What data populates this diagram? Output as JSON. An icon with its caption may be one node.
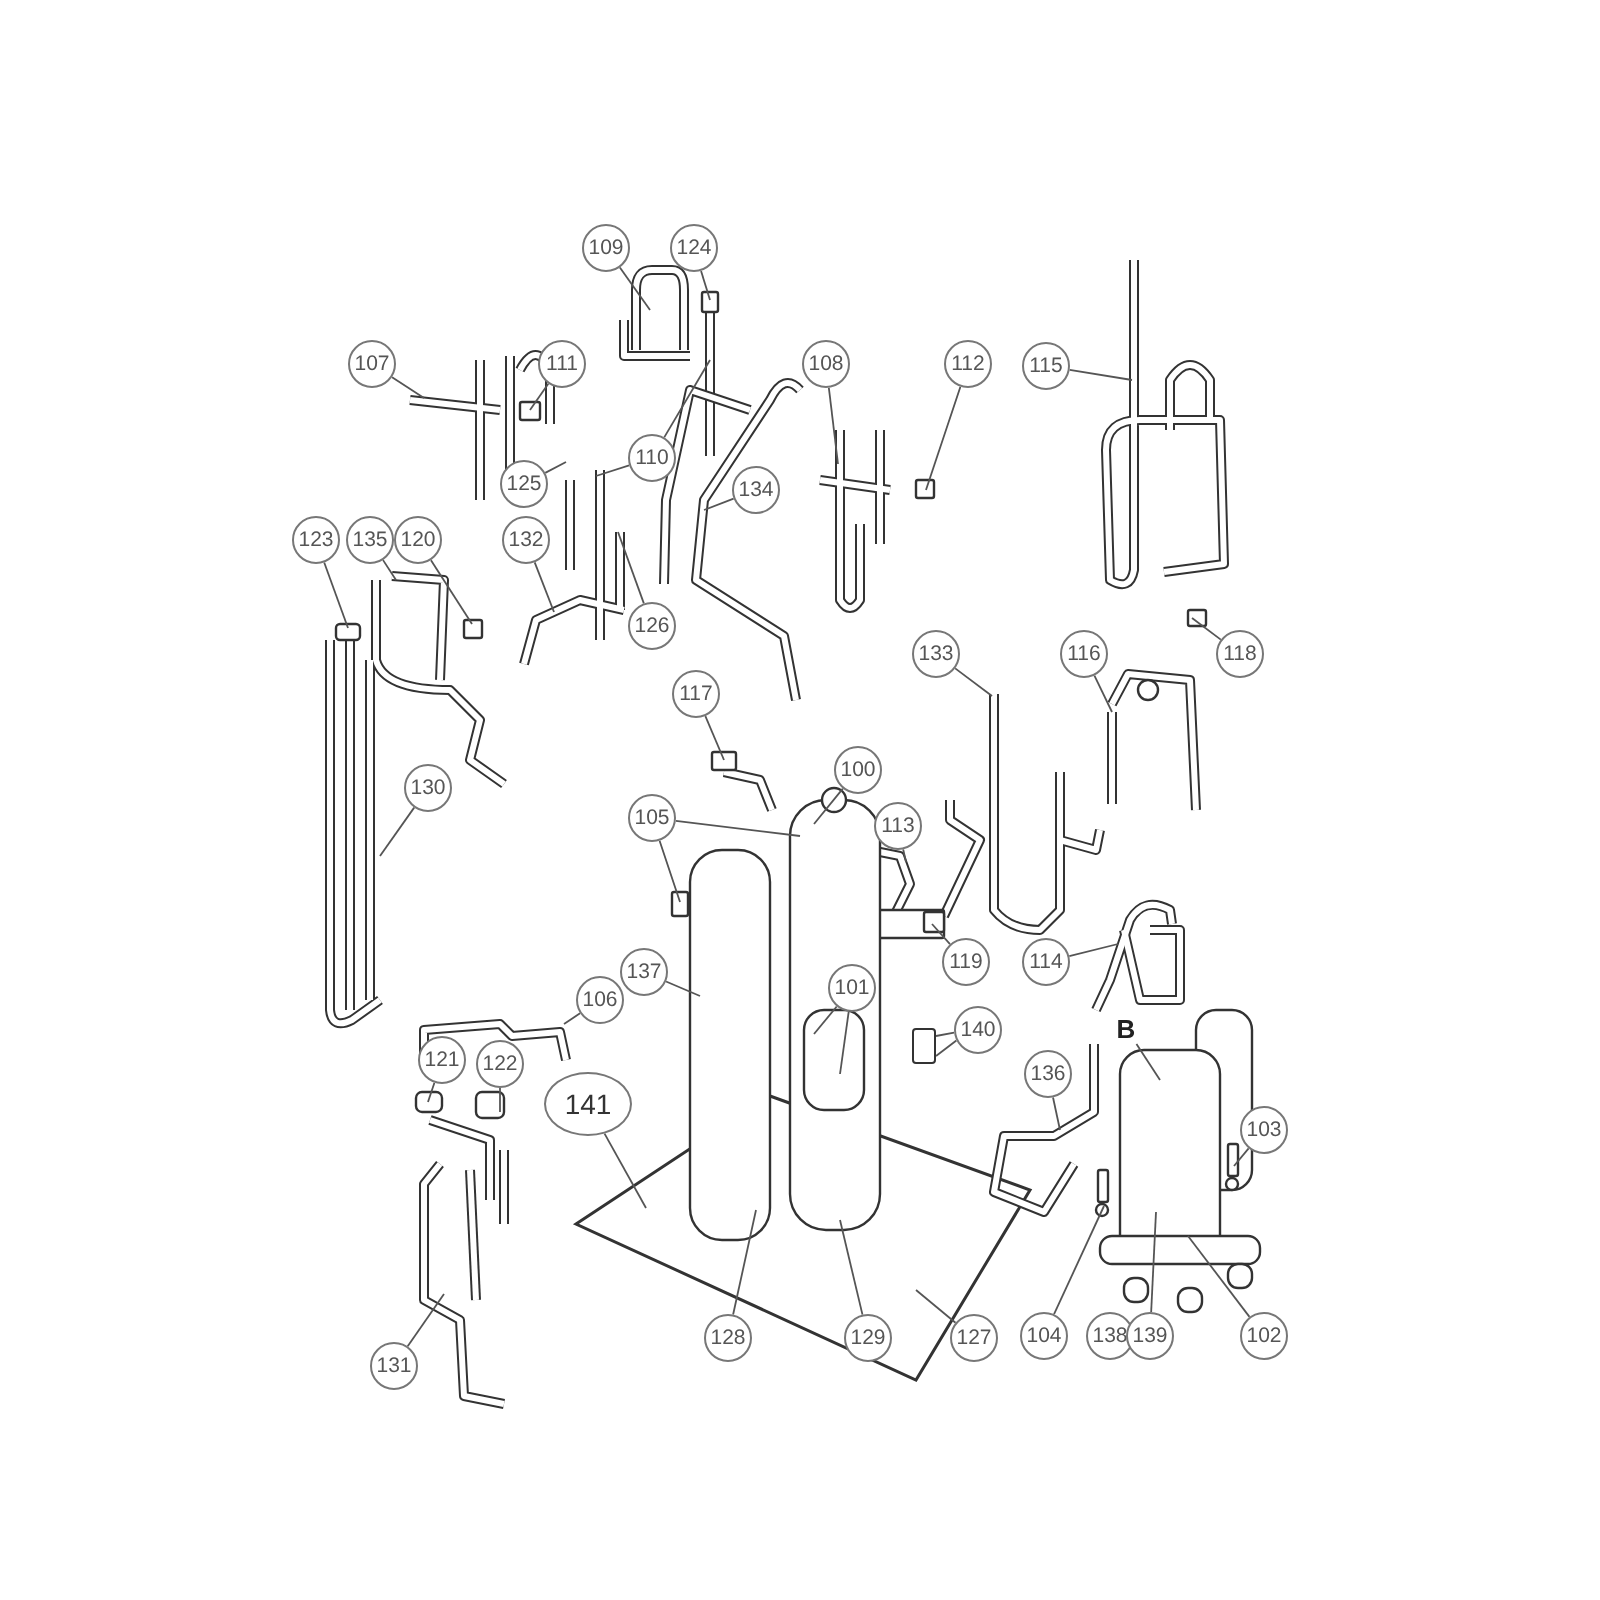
{
  "diagram": {
    "nodes": [
      {
        "text": [
          "109"
        ]
      },
      {
        "text": [
          "124"
        ]
      },
      {
        "text": [
          "107"
        ]
      },
      {
        "text": [
          "111"
        ]
      },
      {
        "text": [
          "108"
        ]
      },
      {
        "text": [
          "112"
        ]
      },
      {
        "text": [
          "115"
        ]
      },
      {
        "text": [
          "110"
        ]
      },
      {
        "text": [
          "125"
        ]
      },
      {
        "text": [
          "134"
        ]
      },
      {
        "text": [
          "123"
        ]
      },
      {
        "text": [
          "135"
        ]
      },
      {
        "text": [
          "120"
        ]
      },
      {
        "text": [
          "132"
        ]
      },
      {
        "text": [
          "126"
        ]
      },
      {
        "text": [
          "133"
        ]
      },
      {
        "text": [
          "116"
        ]
      },
      {
        "text": [
          "118"
        ]
      },
      {
        "text": [
          "117"
        ]
      },
      {
        "text": [
          "100"
        ]
      },
      {
        "text": [
          "130"
        ]
      },
      {
        "text": [
          "105"
        ]
      },
      {
        "text": [
          "113"
        ]
      },
      {
        "text": [
          "119"
        ]
      },
      {
        "text": [
          "114"
        ]
      },
      {
        "text": [
          "137"
        ]
      },
      {
        "text": [
          "101"
        ]
      },
      {
        "text": [
          "106"
        ]
      },
      {
        "text": [
          "140"
        ]
      },
      {
        "text": [
          "121"
        ]
      },
      {
        "text": [
          "122"
        ]
      },
      {
        "text": [
          "136"
        ]
      },
      {
        "text": [
          "141"
        ]
      },
      {
        "text": [
          "103"
        ]
      },
      {
        "text": [
          "128"
        ]
      },
      {
        "text": [
          "129"
        ]
      },
      {
        "text": [
          "127"
        ]
      },
      {
        "text": [
          "104"
        ]
      },
      {
        "text": [
          "138"
        ]
      },
      {
        "text": [
          "139"
        ]
      },
      {
        "text": [
          "102"
        ]
      },
      {
        "text": [
          "131"
        ]
      },
      {
        "text": [
          "B"
        ]
      },
      {
        "text": [],
        "shape": "box"
      }
    ],
    "edges": [
      {
        "from": 0,
        "to": null,
        "arrow": "none"
      },
      {
        "from": 1,
        "to": null,
        "arrow": "none"
      },
      {
        "from": 2,
        "to": null,
        "arrow": "none"
      },
      {
        "from": 3,
        "to": null,
        "arrow": "none"
      },
      {
        "from": 4,
        "to": null,
        "arrow": "none"
      },
      {
        "from": 5,
        "to": null,
        "arrow": "none"
      },
      {
        "from": 6,
        "to": null,
        "arrow": "none"
      },
      {
        "from": 7,
        "to": null,
        "arrow": "none"
      },
      {
        "from": 7,
        "to": null,
        "arrow": "none"
      },
      {
        "from": 8,
        "to": null,
        "arrow": "none"
      },
      {
        "from": 9,
        "to": null,
        "arrow": "none"
      },
      {
        "from": 10,
        "to": null,
        "arrow": "none"
      },
      {
        "from": 11,
        "to": null,
        "arrow": "none"
      },
      {
        "from": 12,
        "to": null,
        "arrow": "none"
      },
      {
        "from": 13,
        "to": null,
        "arrow": "none"
      },
      {
        "from": 14,
        "to": null,
        "arrow": "none"
      },
      {
        "from": 15,
        "to": null,
        "arrow": "none"
      },
      {
        "from": 16,
        "to": null,
        "arrow": "none"
      },
      {
        "from": 17,
        "to": null,
        "arrow": "none"
      },
      {
        "from": 18,
        "to": null,
        "arrow": "none"
      },
      {
        "from": 19,
        "to": null,
        "arrow": "none"
      },
      {
        "from": 20,
        "to": null,
        "arrow": "none"
      },
      {
        "from": 21,
        "to": null,
        "arrow": "none"
      },
      {
        "from": 21,
        "to": null,
        "arrow": "none"
      },
      {
        "from": 22,
        "to": null,
        "arrow": "none"
      },
      {
        "from": 23,
        "to": null,
        "arrow": "none"
      },
      {
        "from": 24,
        "to": null,
        "arrow": "none"
      },
      {
        "from": 25,
        "to": null,
        "arrow": "none"
      },
      {
        "from": 26,
        "to": null,
        "arrow": "none"
      },
      {
        "from": 26,
        "to": null,
        "arrow": "none"
      },
      {
        "from": 27,
        "to": null,
        "arrow": "none"
      },
      {
        "from": 28,
        "to": 43,
        "arrow": "none"
      },
      {
        "from": 28,
        "to": 43,
        "arrow": "none"
      },
      {
        "from": 29,
        "to": null,
        "arrow": "none"
      },
      {
        "from": 30,
        "to": null,
        "arrow": "none"
      },
      {
        "from": 31,
        "to": null,
        "arrow": "none"
      },
      {
        "from": 32,
        "to": null,
        "arrow": "none"
      },
      {
        "from": 33,
        "to": null,
        "arrow": "none"
      },
      {
        "from": 34,
        "to": null,
        "arrow": "none"
      },
      {
        "from": 35,
        "to": null,
        "arrow": "none"
      },
      {
        "from": 36,
        "to": null,
        "arrow": "none"
      },
      {
        "from": 37,
        "to": null,
        "arrow": "none"
      },
      {
        "from": 39,
        "to": null,
        "arrow": "none"
      },
      {
        "from": 40,
        "to": null,
        "arrow": "none"
      },
      {
        "from": 41,
        "to": null,
        "arrow": "none"
      },
      {
        "from": 42,
        "to": null,
        "arrow": "none"
      }
    ]
  }
}
